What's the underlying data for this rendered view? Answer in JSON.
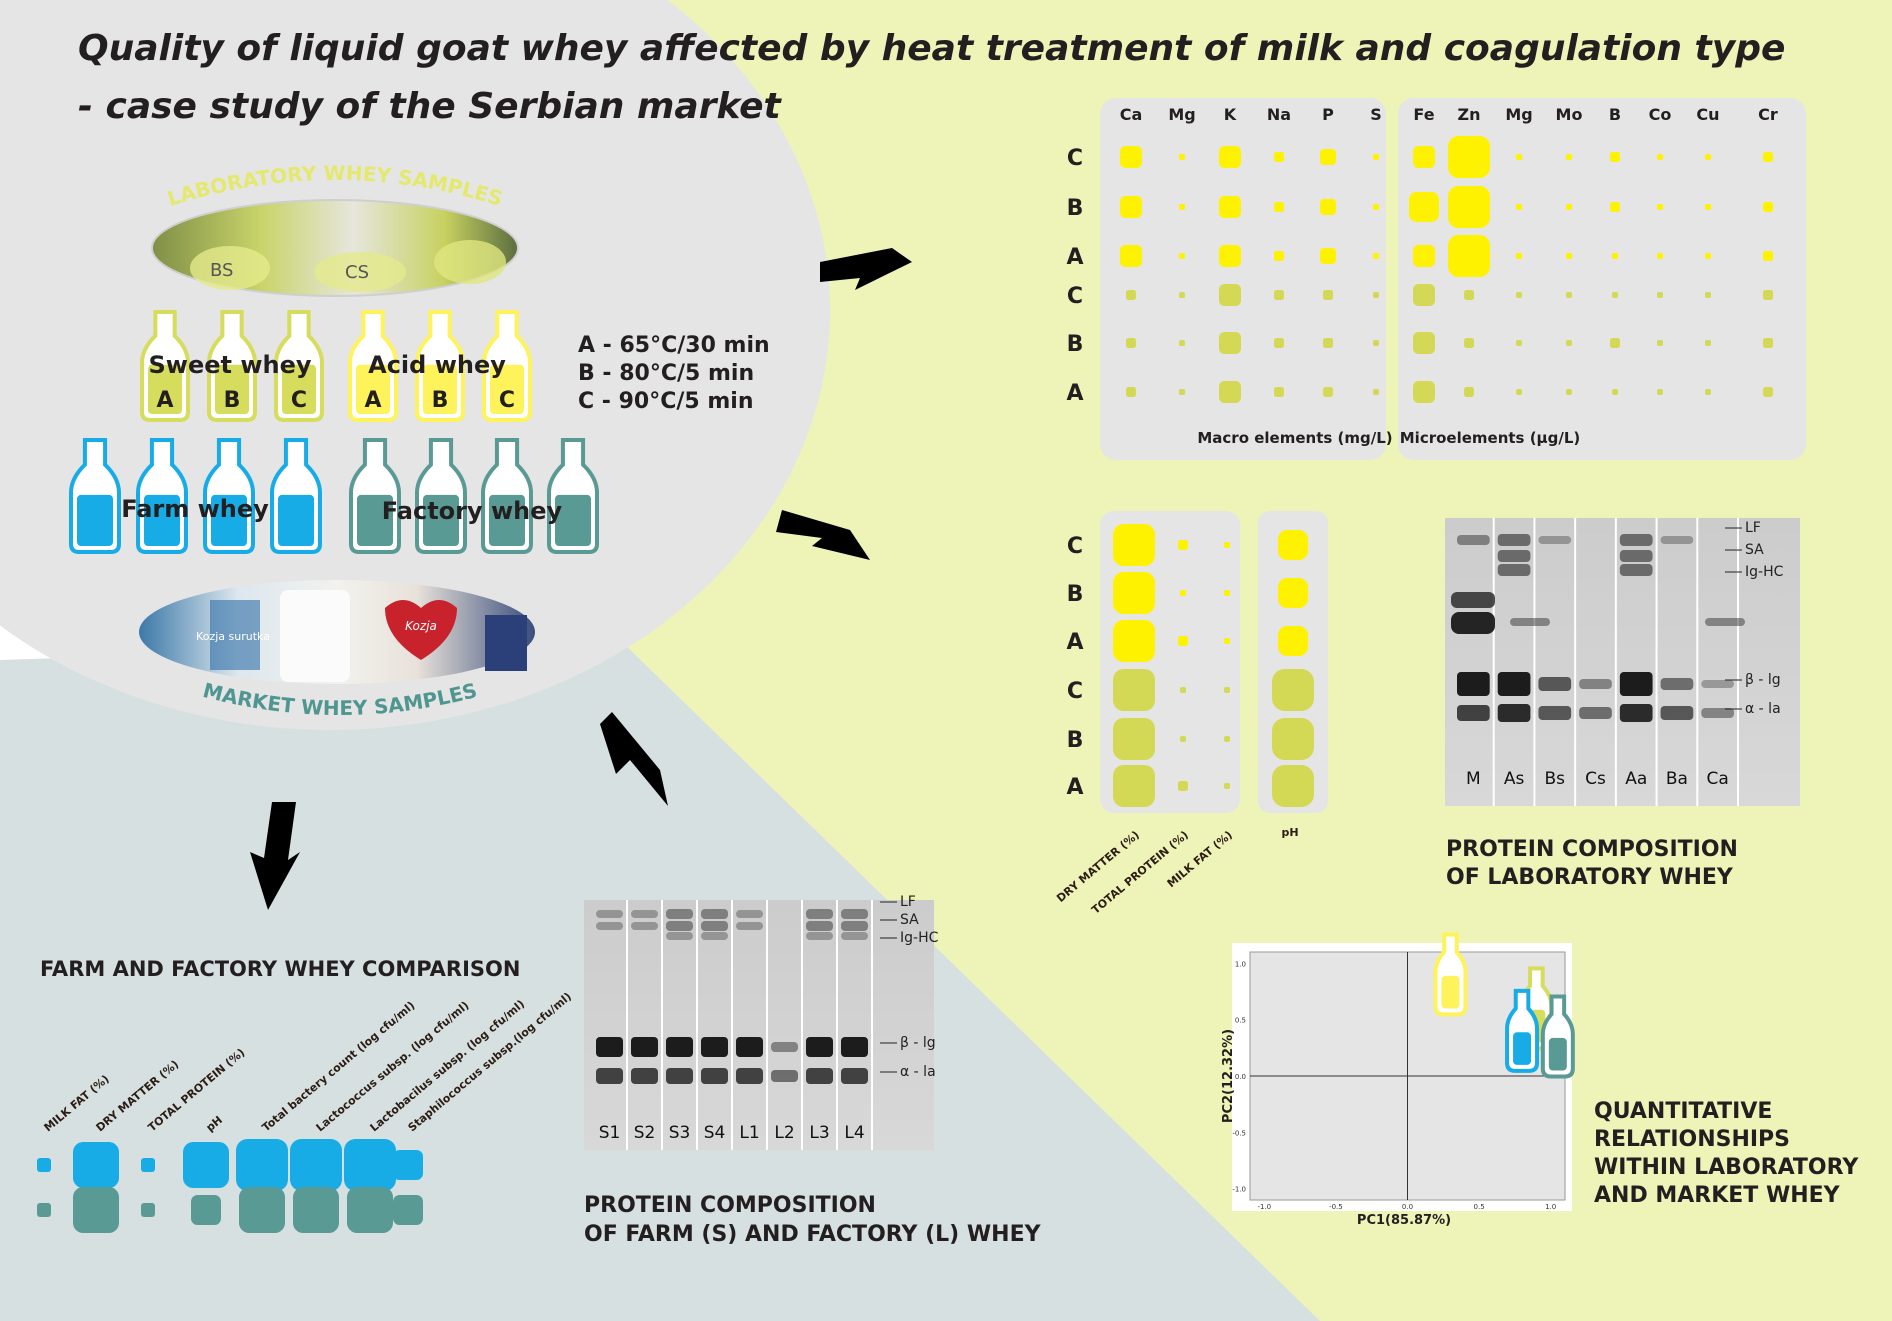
{
  "colors": {
    "background_right": "#eef3b8",
    "background_bottom": "#d6e0e0",
    "circle": "#e5e5e5",
    "sweet": "#d6dc5c",
    "acid": "#fef35a",
    "farm": "#18ace6",
    "factory": "#5a9a94",
    "bubble_lab_yellow": "#fff200",
    "bubble_lab_green": "#d4d955",
    "gel_background": "#cfcfcf",
    "dark_text": "#2b1c14"
  },
  "title": {
    "line1": "Quality of liquid goat whey affected by heat treatment of milk and coagulation type",
    "line2": "- case study of the Serbian market"
  },
  "samples": {
    "lab_label": "LABORATORY WHEY SAMPLES",
    "market_label": "MARKET WHEY SAMPLES",
    "sweet_label": "Sweet whey",
    "acid_label": "Acid whey",
    "sweet_letters": [
      "A",
      "B",
      "C"
    ],
    "acid_letters": [
      "A",
      "B",
      "C"
    ],
    "farm_label": "Farm whey",
    "factory_label": "Factory whey",
    "lab_photo_marks": [
      "BS",
      "CS"
    ],
    "market_photo_labels": [
      "Kozja surutka",
      "Kozja"
    ]
  },
  "treatments": [
    "A - 65°C/30 min",
    "B  - 80°C/5 min",
    "C  - 90°C/5 min"
  ],
  "minerals": {
    "row_labels": [
      "C",
      "B",
      "A",
      "C",
      "B",
      "A"
    ],
    "macro": {
      "label": "Macro elements (mg/L)",
      "columns": [
        "Ca",
        "Mg",
        "K",
        "Na",
        "P",
        "S"
      ],
      "size_levels": [
        [
          4,
          1,
          4,
          2,
          3,
          1
        ],
        [
          4,
          1,
          4,
          2,
          3,
          1
        ],
        [
          4,
          1,
          4,
          2,
          3,
          1
        ],
        [
          2,
          1,
          4,
          2,
          2,
          1
        ],
        [
          2,
          1,
          4,
          2,
          2,
          1
        ],
        [
          2,
          1,
          4,
          2,
          2,
          1
        ]
      ]
    },
    "micro": {
      "label": "Microelements (μg/L)",
      "columns": [
        "Fe",
        "Zn",
        "Mg",
        "Mo",
        "B",
        "Co",
        "Cu",
        "Cr"
      ],
      "size_levels": [
        [
          4,
          6,
          1,
          1,
          2,
          1,
          1,
          2
        ],
        [
          5,
          6,
          1,
          1,
          2,
          1,
          1,
          2
        ],
        [
          4,
          6,
          1,
          1,
          1,
          1,
          1,
          2
        ],
        [
          4,
          2,
          1,
          1,
          1,
          1,
          1,
          2
        ],
        [
          4,
          2,
          1,
          1,
          2,
          1,
          1,
          2
        ],
        [
          4,
          2,
          1,
          1,
          1,
          1,
          1,
          2
        ]
      ]
    }
  },
  "composition": {
    "row_labels": [
      "C",
      "B",
      "A",
      "C",
      "B",
      "A"
    ],
    "columns": [
      "DRY MATTER (%)",
      "TOTAL PROTEIN (%)",
      "MILK FAT (%)"
    ],
    "ph_label": "pH",
    "size_levels": [
      [
        6,
        2,
        1
      ],
      [
        6,
        1,
        1
      ],
      [
        6,
        2,
        1
      ],
      [
        6,
        1,
        1
      ],
      [
        6,
        1,
        1
      ],
      [
        6,
        2,
        1
      ]
    ],
    "ph_levels": [
      5,
      5,
      5,
      6,
      6,
      6
    ]
  },
  "lab_gel": {
    "title_line1": "PROTEIN COMPOSITION",
    "title_line2": "OF LABORATORY WHEY",
    "lanes": [
      "M",
      "As",
      "Bs",
      "Cs",
      "Aa",
      "Ba",
      "Ca"
    ],
    "bands": [
      "LF",
      "SA",
      "Ig-HC",
      "β - lg",
      "α - la"
    ]
  },
  "farm_gel": {
    "title_line1": "PROTEIN COMPOSITION",
    "title_line2": "OF FARM (S) AND FACTORY (L) WHEY",
    "lanes": [
      "S1",
      "S2",
      "S3",
      "S4",
      "L1",
      "L2",
      "L3",
      "L4"
    ],
    "bands": [
      "LF",
      "SA",
      "Ig-HC",
      "β - lg",
      "α - la"
    ]
  },
  "comparison": {
    "title": "FARM AND FACTORY WHEY COMPARISON",
    "columns": [
      "MILK FAT (%)",
      "DRY MATTER (%)",
      "TOTAL PROTEIN (%)",
      "pH",
      "Total bactery count (log cfu/ml)",
      "Lactococcus subsp. (log cfu/ml)",
      "Lactobacilus subsp. (log cfu/ml)",
      "Staphilococcus subsp.(log cfu/ml)"
    ],
    "farm_levels": [
      1,
      4,
      1,
      4,
      5,
      5,
      5,
      3
    ],
    "factory_levels": [
      1,
      4,
      1,
      3,
      4,
      4,
      4,
      3
    ]
  },
  "pca": {
    "title_line1": "QUANTITATIVE",
    "title_line2": "RELATIONSHIPS",
    "title_line3": "WITHIN LABORATORY",
    "title_line4": "AND MARKET WHEY",
    "xlabel": "PC1(85.87%)",
    "ylabel": "PC2(12.32%)",
    "x_ticks": [
      "-1.0",
      "-0.5",
      "0.0",
      "0.5",
      "1.0"
    ],
    "y_ticks": [
      "1.0",
      "0.5",
      "0.0",
      "-0.5",
      "-1.0"
    ],
    "points": [
      {
        "sample": "acid",
        "x": 0.3,
        "y": 0.9
      },
      {
        "sample": "sweet",
        "x": 0.9,
        "y": 0.6
      },
      {
        "sample": "farm",
        "x": 0.8,
        "y": 0.4
      },
      {
        "sample": "factory",
        "x": 1.05,
        "y": 0.35
      }
    ]
  }
}
